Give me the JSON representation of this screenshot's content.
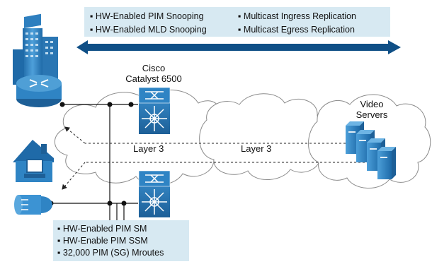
{
  "features_box": {
    "col1": [
      "▪ HW-Enabled PIM Snooping",
      "▪ HW-Enabled MLD Snooping"
    ],
    "col2": [
      "▪ Multicast Ingress Replication",
      "▪ Multicast Egress Replication"
    ]
  },
  "switch_label": [
    "Cisco",
    "Catalyst 6500"
  ],
  "servers_label": [
    "Video",
    "Servers"
  ],
  "cloud_labels": [
    "Layer 3",
    "Layer 3"
  ],
  "capabilities_box": {
    "lines": [
      "▪ HW-Enabled PIM SM",
      "▪ HW-Enable PIM SSM",
      "▪ 32,000 PIM (SG) Mroutes"
    ]
  },
  "colors": {
    "box_fill": "#d7e9f2",
    "arrow": "#0f4f86",
    "device_blue": "#2f84c4",
    "device_dark": "#1f5f93",
    "cloud_stroke": "#8a8a8a"
  }
}
